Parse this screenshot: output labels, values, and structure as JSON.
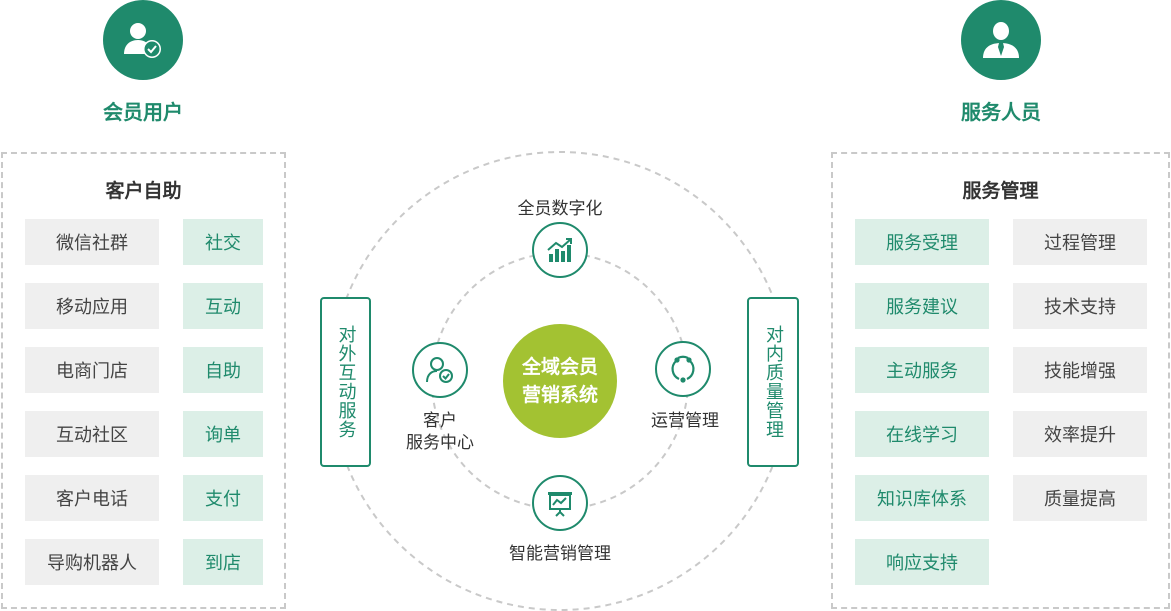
{
  "users": {
    "member": {
      "title": "会员用户",
      "icon": "member-user-check-icon"
    },
    "staff": {
      "title": "服务人员",
      "icon": "staff-user-tie-icon"
    }
  },
  "left_panel": {
    "title": "客户自助",
    "channels": [
      "微信社群",
      "移动应用",
      "电商门店",
      "互动社区",
      "客户电话",
      "导购机器人"
    ],
    "actions": [
      "社交",
      "互动",
      "自助",
      "询单",
      "支付",
      "到店"
    ]
  },
  "right_panel": {
    "title": "服务管理",
    "column_a": [
      "服务受理",
      "服务建议",
      "主动服务",
      "在线学习",
      "知识库体系",
      "响应支持"
    ],
    "column_b": [
      "过程管理",
      "技术支持",
      "技能增强",
      "效率提升",
      "质量提高"
    ]
  },
  "side_tags": {
    "left": "对外互动服务",
    "right": "对内质量管理"
  },
  "center": {
    "core_line1": "全域会员",
    "core_line2": "营销系统",
    "nodes": {
      "top": {
        "label": "全员数字化",
        "icon": "chart-growth-icon"
      },
      "left": {
        "label_line1": "客户",
        "label_line2": "服务中心",
        "icon": "customer-service-icon"
      },
      "right": {
        "label": "运营管理",
        "icon": "cycle-icon"
      },
      "bottom": {
        "label": "智能营销管理",
        "icon": "presentation-board-icon"
      }
    }
  },
  "colors": {
    "primary": "#1f8a6c",
    "accent": "#a3c232",
    "cell_gray": "#efefef",
    "cell_green": "#dcefe7",
    "dashed": "#c9c9c9"
  }
}
